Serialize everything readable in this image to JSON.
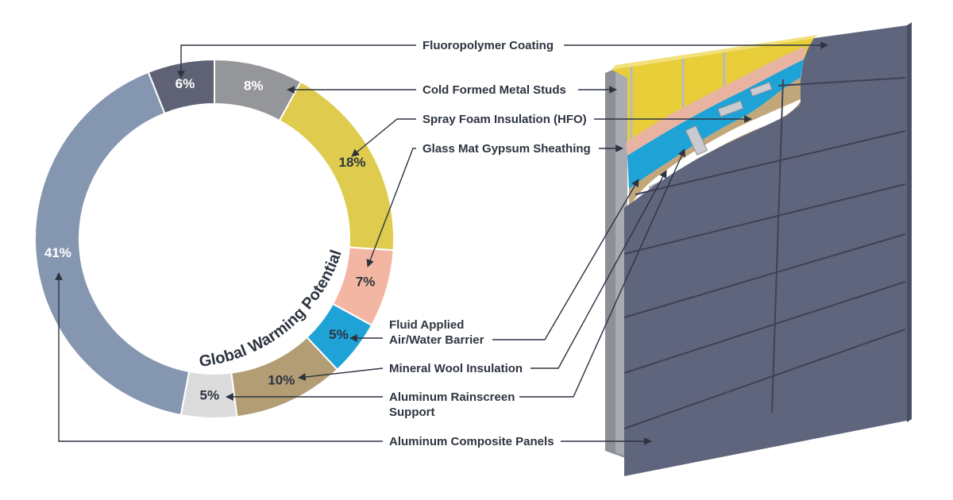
{
  "chart_data": {
    "type": "pie",
    "title": "Global Warming Potential",
    "donut": true,
    "segments": [
      {
        "label": "Cold Formed Metal Studs",
        "value": 8,
        "display": "8%",
        "color": "#959699",
        "text_color": "#ffffff"
      },
      {
        "label": "Spray Foam Insulation (HFO)",
        "value": 18,
        "display": "18%",
        "color": "#dfcb4e",
        "text_color": "#2d3440"
      },
      {
        "label": "Glass Mat Gypsum Sheathing",
        "value": 7,
        "display": "7%",
        "color": "#f3b6a2",
        "text_color": "#2d3440"
      },
      {
        "label": "Fluid Applied Air/Water Barrier",
        "value": 5,
        "display": "5%",
        "color": "#1fa2d6",
        "text_color": "#2d3440"
      },
      {
        "label": "Mineral Wool Insulation",
        "value": 10,
        "display": "10%",
        "color": "#b29d75",
        "text_color": "#2d3440"
      },
      {
        "label": "Aluminum Rainscreen Support",
        "value": 5,
        "display": "5%",
        "color": "#dcdcdc",
        "text_color": "#2d3440"
      },
      {
        "label": "Aluminum Composite Panels",
        "value": 41,
        "display": "41%",
        "color": "#8597b0",
        "text_color": "#ffffff"
      },
      {
        "label": "Fluoropolymer Coating",
        "value": 6,
        "display": "6%",
        "color": "#5e6274",
        "text_color": "#ffffff"
      }
    ]
  },
  "callouts": {
    "fluoropolymer": "Fluoropolymer Coating",
    "studs": "Cold Formed Metal Studs",
    "spray_foam": "Spray Foam Insulation (HFO)",
    "gypsum": "Glass Mat Gypsum Sheathing",
    "barrier_line1": "Fluid Applied",
    "barrier_line2": "Air/Water Barrier",
    "mineral_wool": "Mineral Wool Insulation",
    "rainscreen_line1": "Aluminum Rainscreen",
    "rainscreen_line2": "Support",
    "panels": "Aluminum Composite Panels"
  },
  "colors": {
    "ink": "#2d3440",
    "panel": "#60657e",
    "panel_seam": "#3e4256",
    "frame": "#9a9ca4",
    "insulation_yellow": "#e8cf3a",
    "sheathing_pink": "#e9b3a1",
    "barrier_blue": "#1fa2d6",
    "mineral_tan": "#c2a77a"
  }
}
